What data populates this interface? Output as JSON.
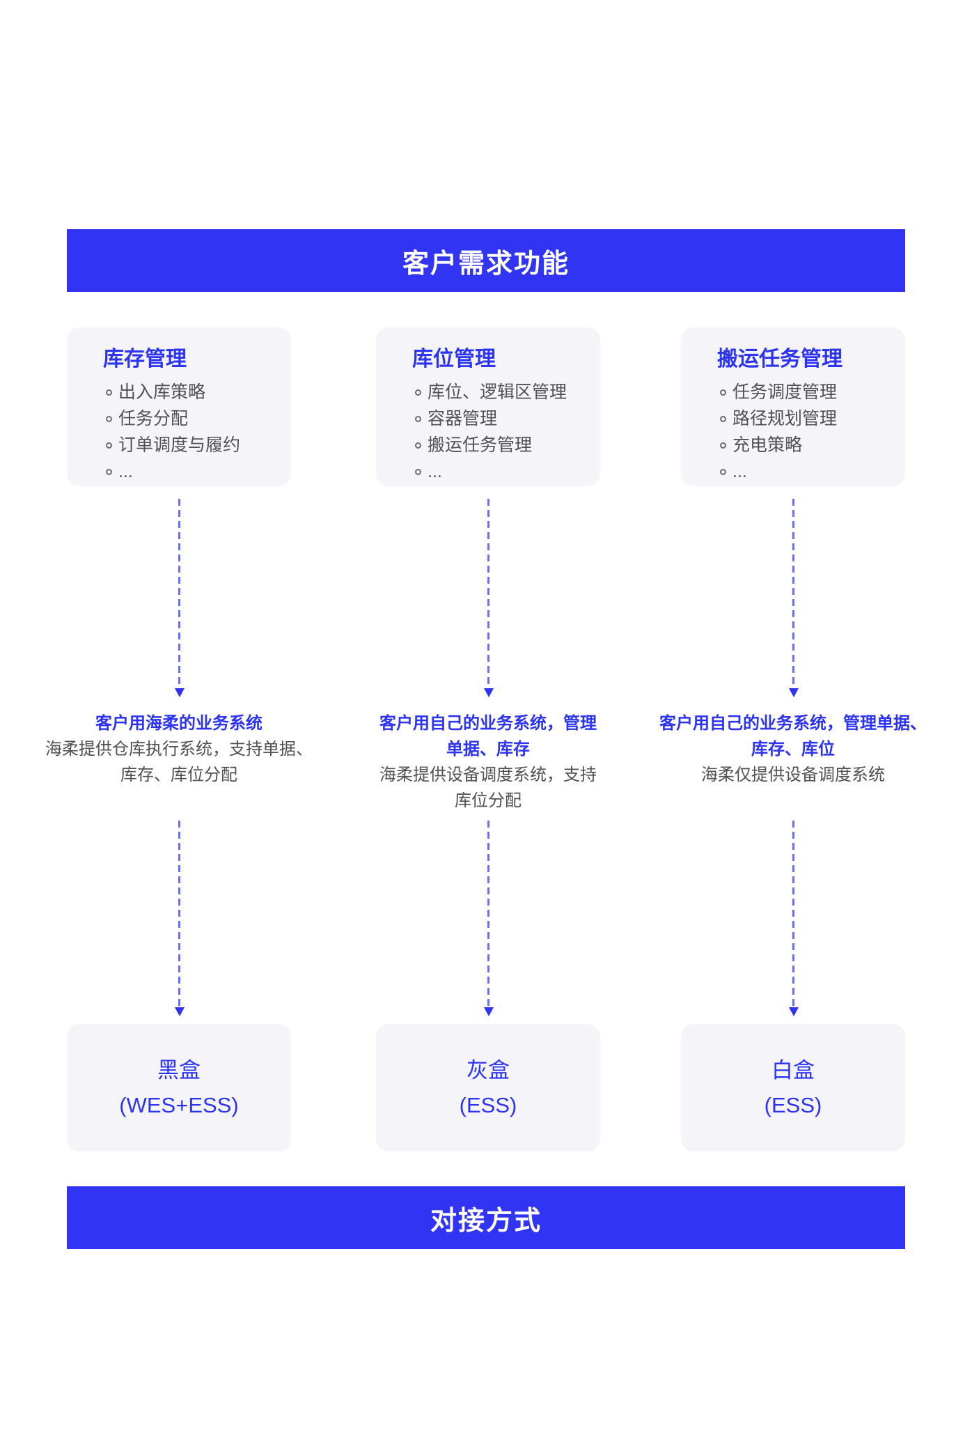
{
  "top_banner": {
    "label": "客户需求功能"
  },
  "bottom_banner": {
    "label": "对接方式"
  },
  "colors": {
    "banner_blue": "#3134f2",
    "accent_blue": "#2c33f2",
    "card_bg": "#f4f4f9",
    "body_gray": "#505056",
    "arrow_blue": "#6b6ff2"
  },
  "columns": [
    {
      "card": {
        "title": "库存管理",
        "items": [
          "出入库策略",
          "任务分配",
          "订单调度与履约",
          "..."
        ]
      },
      "middle": {
        "title": "客户用海柔的业务系统",
        "desc": "海柔提供仓库执行系统，支持单据、\n库存、库位分配"
      },
      "result": {
        "name": "黑盒",
        "sub": "(WES+ESS)"
      }
    },
    {
      "card": {
        "title": "库位管理",
        "items": [
          "库位、逻辑区管理",
          "容器管理",
          "搬运任务管理",
          "..."
        ]
      },
      "middle": {
        "title": "客户用自己的业务系统，管理\n单据、库存",
        "desc": "海柔提供设备调度系统，支持\n库位分配"
      },
      "result": {
        "name": "灰盒",
        "sub": "(ESS)"
      }
    },
    {
      "card": {
        "title": "搬运任务管理",
        "items": [
          "任务调度管理",
          "路径规划管理",
          "充电策略",
          "..."
        ]
      },
      "middle": {
        "title": "客户用自己的业务系统，管理单据、\n库存、库位",
        "desc": "海柔仅提供设备调度系统"
      },
      "result": {
        "name": "白盒",
        "sub": "(ESS)"
      }
    }
  ]
}
